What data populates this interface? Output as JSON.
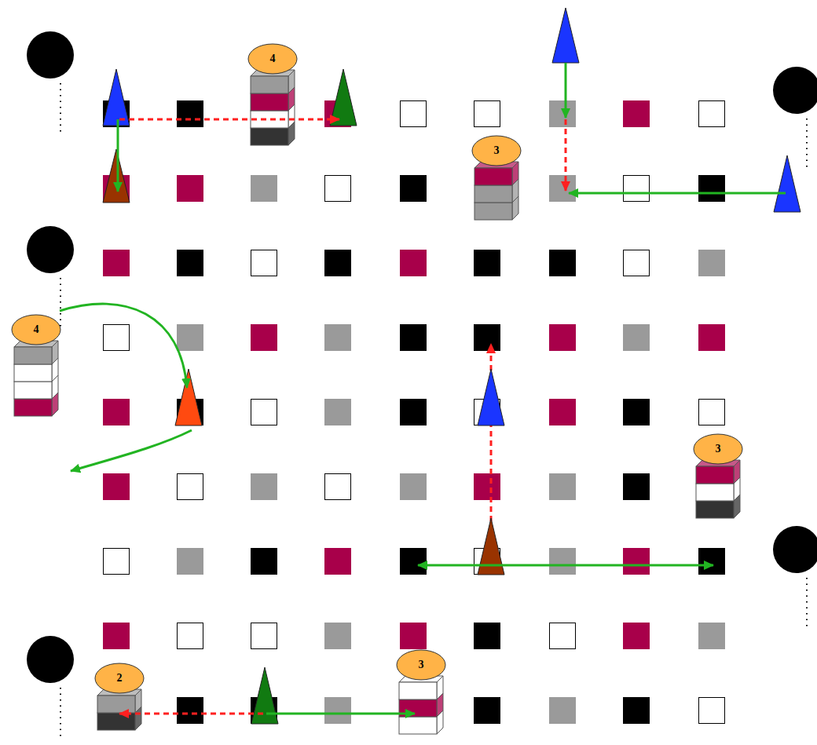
{
  "diagram": {
    "nodes": [
      {
        "text": [
          "4"
        ]
      },
      {
        "text": [
          "3"
        ]
      },
      {
        "text": [
          "4"
        ]
      },
      {
        "text": [
          "3"
        ]
      },
      {
        "text": [
          "2"
        ]
      },
      {
        "text": [
          "3"
        ]
      }
    ]
  }
}
